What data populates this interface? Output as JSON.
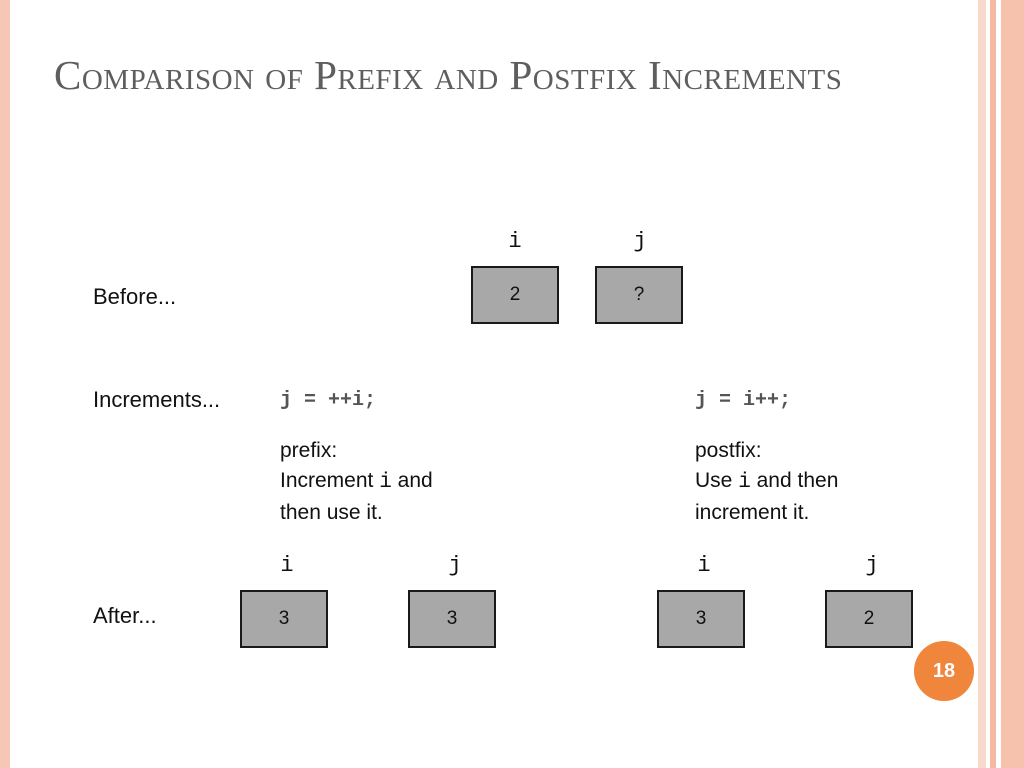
{
  "slide": {
    "title": "Comparison of Prefix and Postfix Increments",
    "page_number": "18"
  },
  "rows": {
    "before": "Before...",
    "increments": "Increments...",
    "after": "After..."
  },
  "before_state": {
    "i": {
      "name": "i",
      "value": "2"
    },
    "j": {
      "name": "j",
      "value": "?"
    }
  },
  "prefix": {
    "code": "j = ++i;",
    "heading": "prefix:",
    "line2_start": "Increment ",
    "line2_var": "i",
    "line2_end": " and",
    "line3": "then use it.",
    "after": {
      "i": {
        "name": "i",
        "value": "3"
      },
      "j": {
        "name": "j",
        "value": "3"
      }
    }
  },
  "postfix": {
    "code": "j = i++;",
    "heading": "postfix:",
    "line2_start": "Use ",
    "line2_var": "i",
    "line2_end": " and then",
    "line3": "increment it.",
    "after": {
      "i": {
        "name": "i",
        "value": "3"
      },
      "j": {
        "name": "j",
        "value": "2"
      }
    }
  },
  "colors": {
    "accent": "#f0853c",
    "frame": "#f6c2ae",
    "box_fill": "#a8a8a8",
    "title": "#5e5e5e"
  }
}
